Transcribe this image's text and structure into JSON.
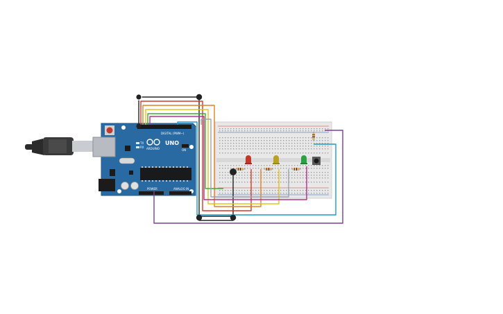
{
  "board": {
    "brand": "ARDUINO",
    "model": "UNO",
    "digital_label": "DIGITAL (PWM~)",
    "power_label": "POWER",
    "analog_label": "ANALOG IN",
    "led_label": "ON",
    "tx_label": "TX",
    "rx_label": "RX"
  },
  "components": {
    "leds": [
      {
        "name": "red-led",
        "color": "#c0392b"
      },
      {
        "name": "yellow-led",
        "color": "#b8a02a"
      },
      {
        "name": "green-led",
        "color": "#2ea043"
      }
    ],
    "button": "push-button"
  },
  "colors": {
    "pcb": "#2a6aa3",
    "breadboard": "#e8e8e8",
    "wire_black": "#222222",
    "wire_red": "#d0392b",
    "wire_orange": "#e67e22",
    "wire_yellow": "#e6c21a",
    "wire_green": "#3aaa35",
    "wire_blue": "#1e9ac8",
    "wire_purple": "#7d3c98",
    "wire_magenta": "#b0318f",
    "wire_grey": "#9aa3ad"
  }
}
